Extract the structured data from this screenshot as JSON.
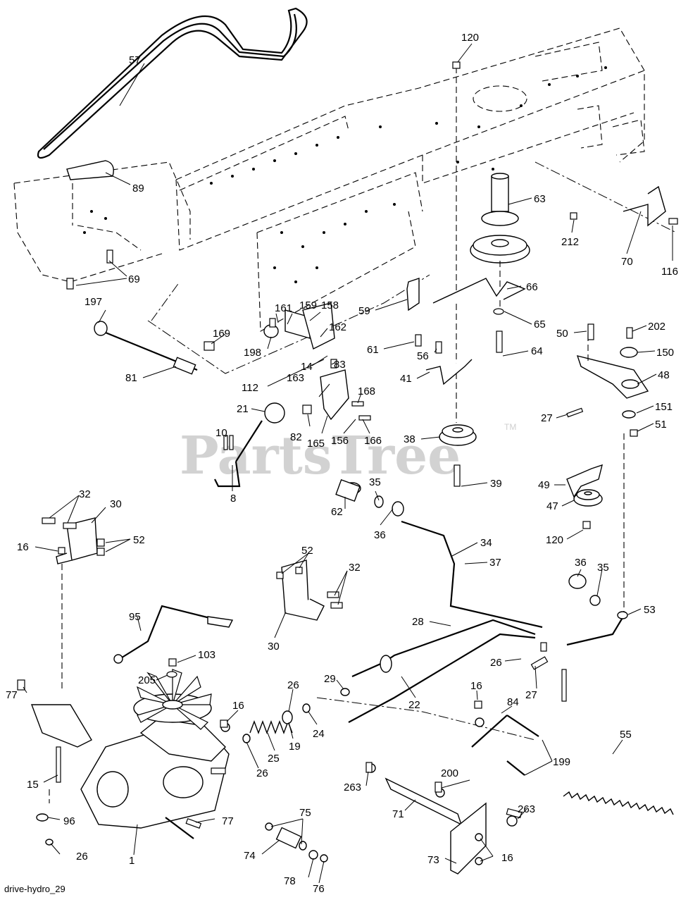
{
  "diagram": {
    "watermark": "PartsTree",
    "watermark_tm": "TM",
    "footer_label": "drive-hydro_29"
  },
  "callouts": [
    {
      "id": "c57",
      "label": "57"
    },
    {
      "id": "c89",
      "label": "89"
    },
    {
      "id": "c69",
      "label": "69"
    },
    {
      "id": "c120a",
      "label": "120"
    },
    {
      "id": "c63",
      "label": "63"
    },
    {
      "id": "c212",
      "label": "212"
    },
    {
      "id": "c70",
      "label": "70"
    },
    {
      "id": "c116",
      "label": "116"
    },
    {
      "id": "c66",
      "label": "66"
    },
    {
      "id": "c65",
      "label": "65"
    },
    {
      "id": "c64",
      "label": "64"
    },
    {
      "id": "c59",
      "label": "59"
    },
    {
      "id": "c61",
      "label": "61"
    },
    {
      "id": "c56",
      "label": "56"
    },
    {
      "id": "c41",
      "label": "41"
    },
    {
      "id": "c197",
      "label": "197"
    },
    {
      "id": "c81",
      "label": "81"
    },
    {
      "id": "c161",
      "label": "161"
    },
    {
      "id": "c159",
      "label": "159"
    },
    {
      "id": "c158",
      "label": "158"
    },
    {
      "id": "c169",
      "label": "169"
    },
    {
      "id": "c162",
      "label": "162"
    },
    {
      "id": "c198",
      "label": "198"
    },
    {
      "id": "c14",
      "label": "14"
    },
    {
      "id": "c83",
      "label": "83"
    },
    {
      "id": "c112",
      "label": "112"
    },
    {
      "id": "c163",
      "label": "163"
    },
    {
      "id": "c168",
      "label": "168"
    },
    {
      "id": "c21",
      "label": "21"
    },
    {
      "id": "c82",
      "label": "82"
    },
    {
      "id": "c165",
      "label": "165"
    },
    {
      "id": "c156",
      "label": "156"
    },
    {
      "id": "c166",
      "label": "166"
    },
    {
      "id": "c10",
      "label": "10"
    },
    {
      "id": "c8",
      "label": "8"
    },
    {
      "id": "c50",
      "label": "50"
    },
    {
      "id": "c202",
      "label": "202"
    },
    {
      "id": "c150",
      "label": "150"
    },
    {
      "id": "c48",
      "label": "48"
    },
    {
      "id": "c27a",
      "label": "27"
    },
    {
      "id": "c151",
      "label": "151"
    },
    {
      "id": "c51",
      "label": "51"
    },
    {
      "id": "c38",
      "label": "38"
    },
    {
      "id": "c39",
      "label": "39"
    },
    {
      "id": "c49",
      "label": "49"
    },
    {
      "id": "c47",
      "label": "47"
    },
    {
      "id": "c120b",
      "label": "120"
    },
    {
      "id": "c35a",
      "label": "35"
    },
    {
      "id": "c62",
      "label": "62"
    },
    {
      "id": "c36a",
      "label": "36"
    },
    {
      "id": "c34",
      "label": "34"
    },
    {
      "id": "c37",
      "label": "37"
    },
    {
      "id": "c36b",
      "label": "36"
    },
    {
      "id": "c35b",
      "label": "35"
    },
    {
      "id": "c53",
      "label": "53"
    },
    {
      "id": "c32a",
      "label": "32"
    },
    {
      "id": "c30a",
      "label": "30"
    },
    {
      "id": "c52a",
      "label": "52"
    },
    {
      "id": "c16a",
      "label": "16"
    },
    {
      "id": "c52b",
      "label": "52"
    },
    {
      "id": "c32b",
      "label": "32"
    },
    {
      "id": "c30b",
      "label": "30"
    },
    {
      "id": "c28",
      "label": "28"
    },
    {
      "id": "c26a",
      "label": "26"
    },
    {
      "id": "c27b",
      "label": "27"
    },
    {
      "id": "c95",
      "label": "95"
    },
    {
      "id": "c103",
      "label": "103"
    },
    {
      "id": "c205",
      "label": "205"
    },
    {
      "id": "c29",
      "label": "29"
    },
    {
      "id": "c22",
      "label": "22"
    },
    {
      "id": "c26b",
      "label": "26"
    },
    {
      "id": "c16b",
      "label": "16"
    },
    {
      "id": "c84",
      "label": "84"
    },
    {
      "id": "c77a",
      "label": "77"
    },
    {
      "id": "c16c",
      "label": "16"
    },
    {
      "id": "c24",
      "label": "24"
    },
    {
      "id": "c19",
      "label": "19"
    },
    {
      "id": "c25",
      "label": "25"
    },
    {
      "id": "c26c",
      "label": "26"
    },
    {
      "id": "c55",
      "label": "55"
    },
    {
      "id": "c199",
      "label": "199"
    },
    {
      "id": "c15",
      "label": "15"
    },
    {
      "id": "c200",
      "label": "200"
    },
    {
      "id": "c263a",
      "label": "263"
    },
    {
      "id": "c263b",
      "label": "263"
    },
    {
      "id": "c71",
      "label": "71"
    },
    {
      "id": "c96",
      "label": "96"
    },
    {
      "id": "c77b",
      "label": "77"
    },
    {
      "id": "c75",
      "label": "75"
    },
    {
      "id": "c26d",
      "label": "26"
    },
    {
      "id": "c1",
      "label": "1"
    },
    {
      "id": "c74",
      "label": "74"
    },
    {
      "id": "c73",
      "label": "73"
    },
    {
      "id": "c16d",
      "label": "16"
    },
    {
      "id": "c78",
      "label": "78"
    },
    {
      "id": "c76",
      "label": "76"
    }
  ]
}
